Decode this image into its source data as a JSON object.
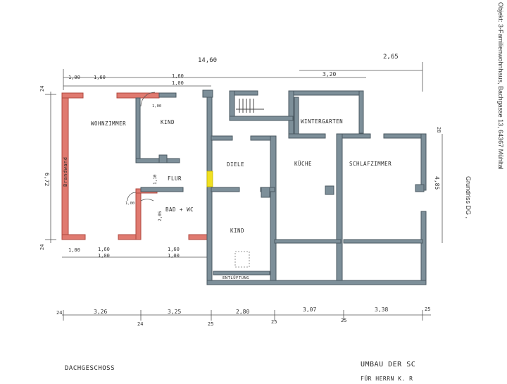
{
  "side_text": {
    "object": "Objekt: 3-Familienwohnhaus, Bachgasse 13, 64367 Mühltal",
    "grundriss": "Grundriss DG ,"
  },
  "rooms": {
    "wohnzimmer": "WOHNZIMMER",
    "kind1": "KIND",
    "flur": "FLUR",
    "bad": "BAD + WC",
    "diele": "DIELE",
    "kind2": "KIND",
    "kueche": "KÜCHE",
    "wintergarten": "WINTERGARTEN",
    "schlafzimmer": "SCHLAFZIMMER",
    "entlueftung": "ENTLÜFTUNG",
    "vertical_note": "Brandwand"
  },
  "dims": {
    "top_total": "14,60",
    "top_right": "2,65",
    "top_a": "1,00",
    "top_b": "1,60",
    "top_c": "1,60",
    "top_d": "1,00",
    "top_e": "3,20",
    "top_24": "24",
    "right_28": "28",
    "left_672": "6,72",
    "right_485": "4,85",
    "flur_110": "1,10",
    "bad_205": "2,05",
    "bot_a": "1,00",
    "bot_b": "1,60",
    "bot_c": "1,00",
    "bot_d": "1,60",
    "bot_e": "1,00",
    "left_24b": "24",
    "door_a": "1,00",
    "door_b": "1,00",
    "b_24": "24",
    "b_326": "3,26",
    "b_24b": "24",
    "b_325": "3,25",
    "b_25a": "25",
    "b_280": "2,80",
    "b_25b": "25",
    "b_307": "3,07",
    "b_25c": "25",
    "b_338": "3,38",
    "b_25d": "25"
  },
  "footer": {
    "dachgeschoss": "DACHGESCHOSS",
    "umbau": "UMBAU  DER  SC",
    "fuer": "FÜR  HERRN  K. R"
  },
  "colors": {
    "red_wall": "#e07a70",
    "grey_wall": "#7d8f99",
    "yellow_marker": "#f0e020"
  }
}
